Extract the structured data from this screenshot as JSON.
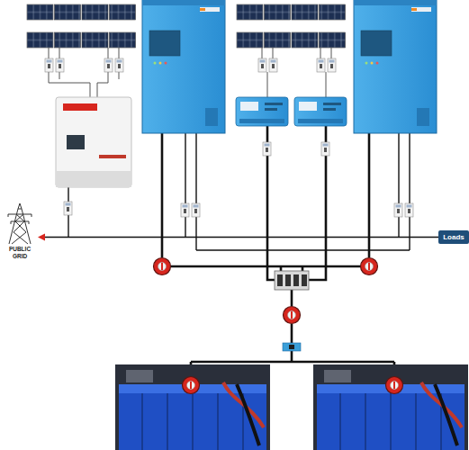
{
  "diagram": {
    "nodes": [
      {
        "text": [
          "PUBLIC GRID"
        ]
      },
      {
        "text": [
          "Loads"
        ]
      }
    ],
    "edges": [
      {
        "from": 1,
        "to": 0,
        "arrow": "to"
      }
    ]
  }
}
